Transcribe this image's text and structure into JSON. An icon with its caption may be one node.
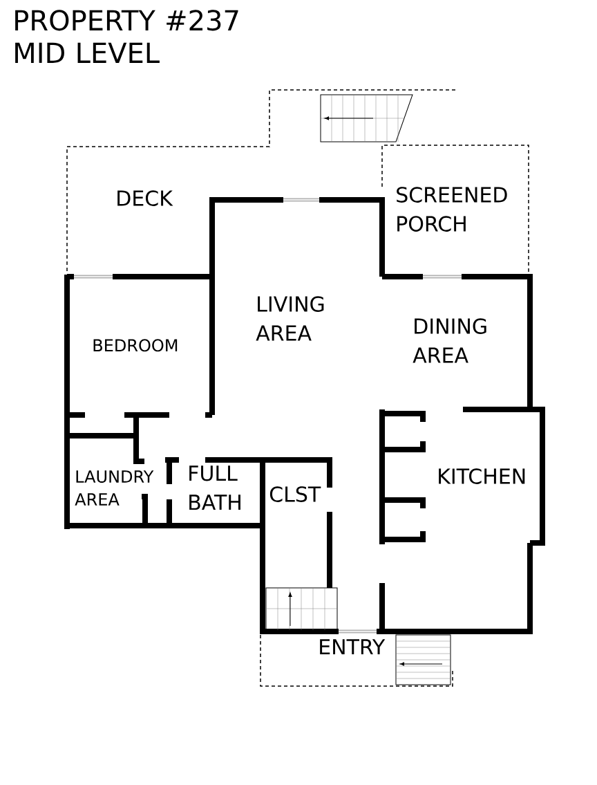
{
  "diagram": {
    "title": "PROPERTY #237 MID LEVEL",
    "labels": [
      "DECK",
      "SCREENED PORCH",
      "LIVING AREA",
      "DINING AREA",
      "BEDROOM",
      "LAUNDRY AREA",
      "FULL BATH",
      "CLST",
      "KITCHEN",
      "ENTRY"
    ]
  }
}
